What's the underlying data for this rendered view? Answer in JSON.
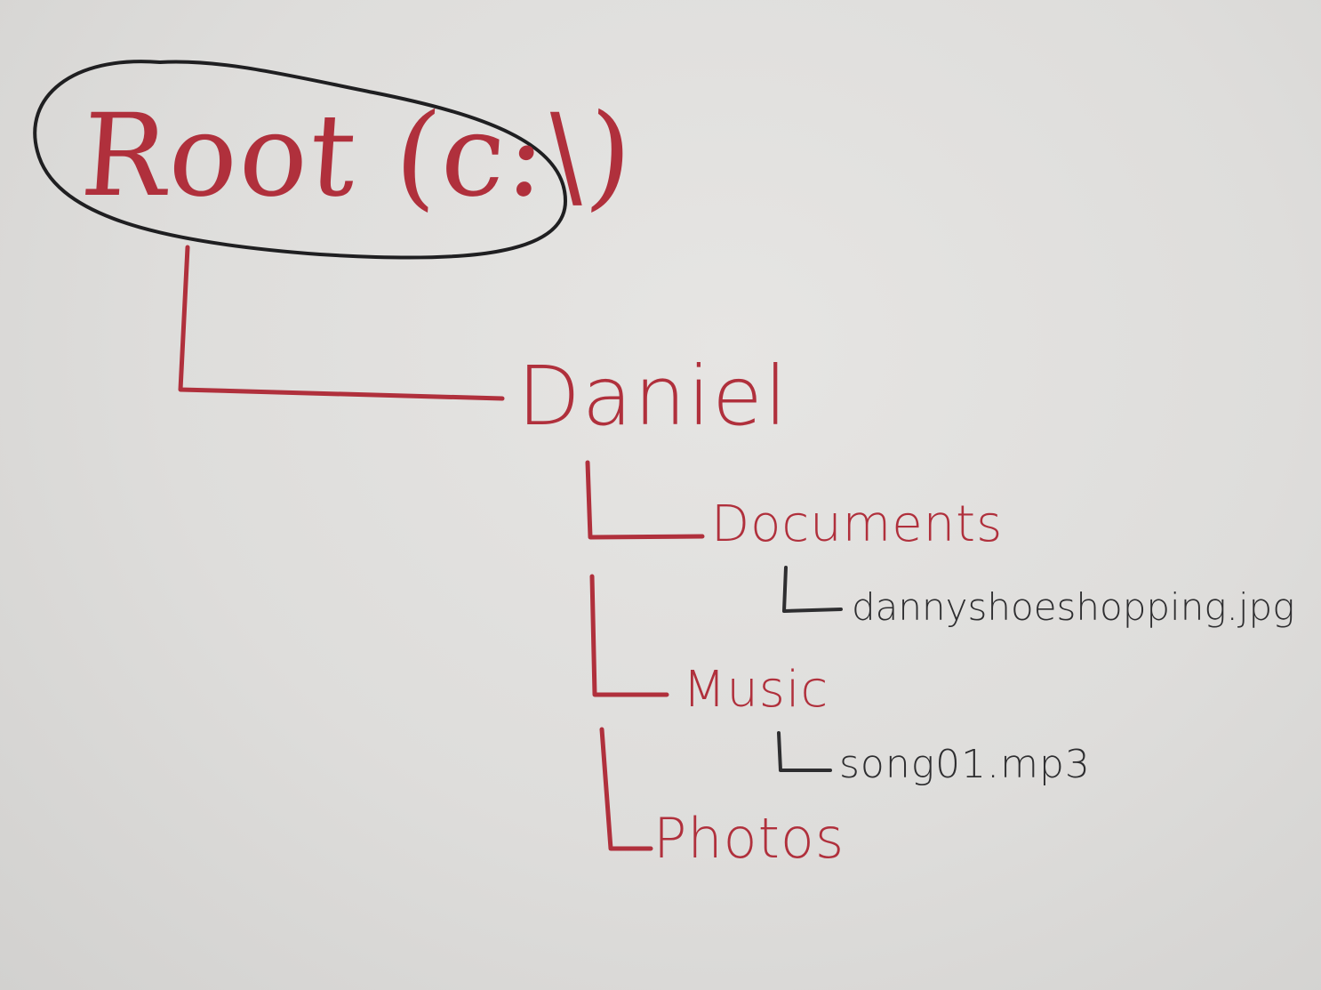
{
  "colors": {
    "paper": "#dcdbd9",
    "tree_ink": "#b0303c",
    "file_ink": "#2e2e30",
    "outline": "#1f1f21"
  },
  "tree": {
    "root": {
      "label": "Root (c:\\)"
    },
    "user": {
      "label": "Daniel"
    },
    "folders": [
      {
        "label": "Documents",
        "files": [
          "dannyshoeshopping.jpg"
        ]
      },
      {
        "label": "Music",
        "files": [
          "song01.mp3"
        ]
      },
      {
        "label": "Photos",
        "files": []
      }
    ]
  }
}
